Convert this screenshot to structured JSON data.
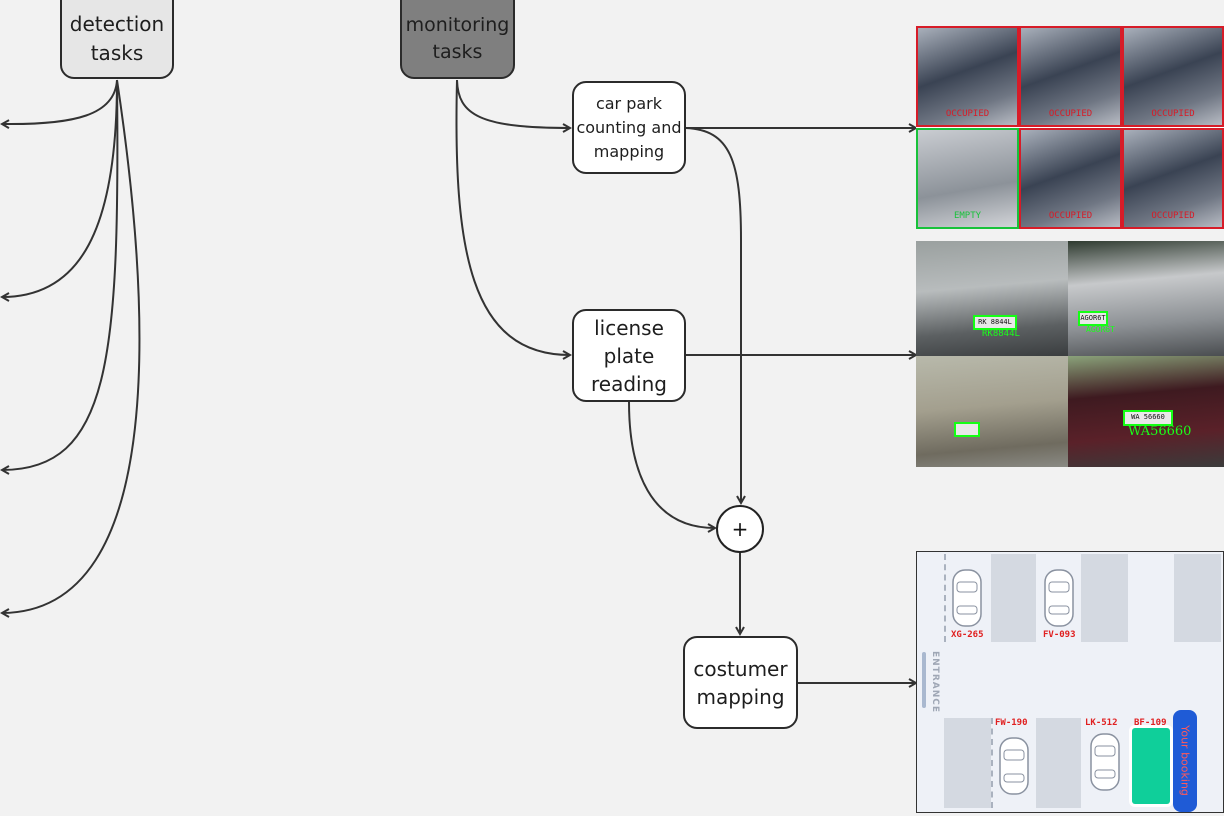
{
  "nodes": {
    "detection": "detection\ntasks",
    "monitoring": "monitoring\ntasks",
    "carpark": "car park\ncounting and\nmapping",
    "plate": "license\nplate\nreading",
    "plus": "+",
    "costumer": "costumer\nmapping"
  },
  "occupancy_image": {
    "top_row": [
      "OCCUPIED",
      "OCCUPIED",
      "OCCUPIED"
    ],
    "bottom_row": [
      "EMPTY",
      "OCCUPIED",
      "OCCUPIED"
    ]
  },
  "plates_image": {
    "plates": [
      "RK 8844L",
      "AGOR6T",
      "WA 56660",
      ""
    ],
    "readings": [
      "RK8844L",
      "AGOR6T",
      "",
      "WA56660"
    ]
  },
  "map_image": {
    "top_slots": [
      "XG-265",
      "FV-093"
    ],
    "bottom_slots": [
      "FW-190",
      "LK-512",
      "BF-109"
    ],
    "entrance": "ENTRANCE",
    "booking": "Your booking"
  },
  "colors": {
    "occupied": "#d71c28",
    "empty": "#18c23a",
    "plate_box": "#14ff14",
    "booked_slot": "#0fcf9a",
    "booking_tag": "#1f5bd6"
  }
}
